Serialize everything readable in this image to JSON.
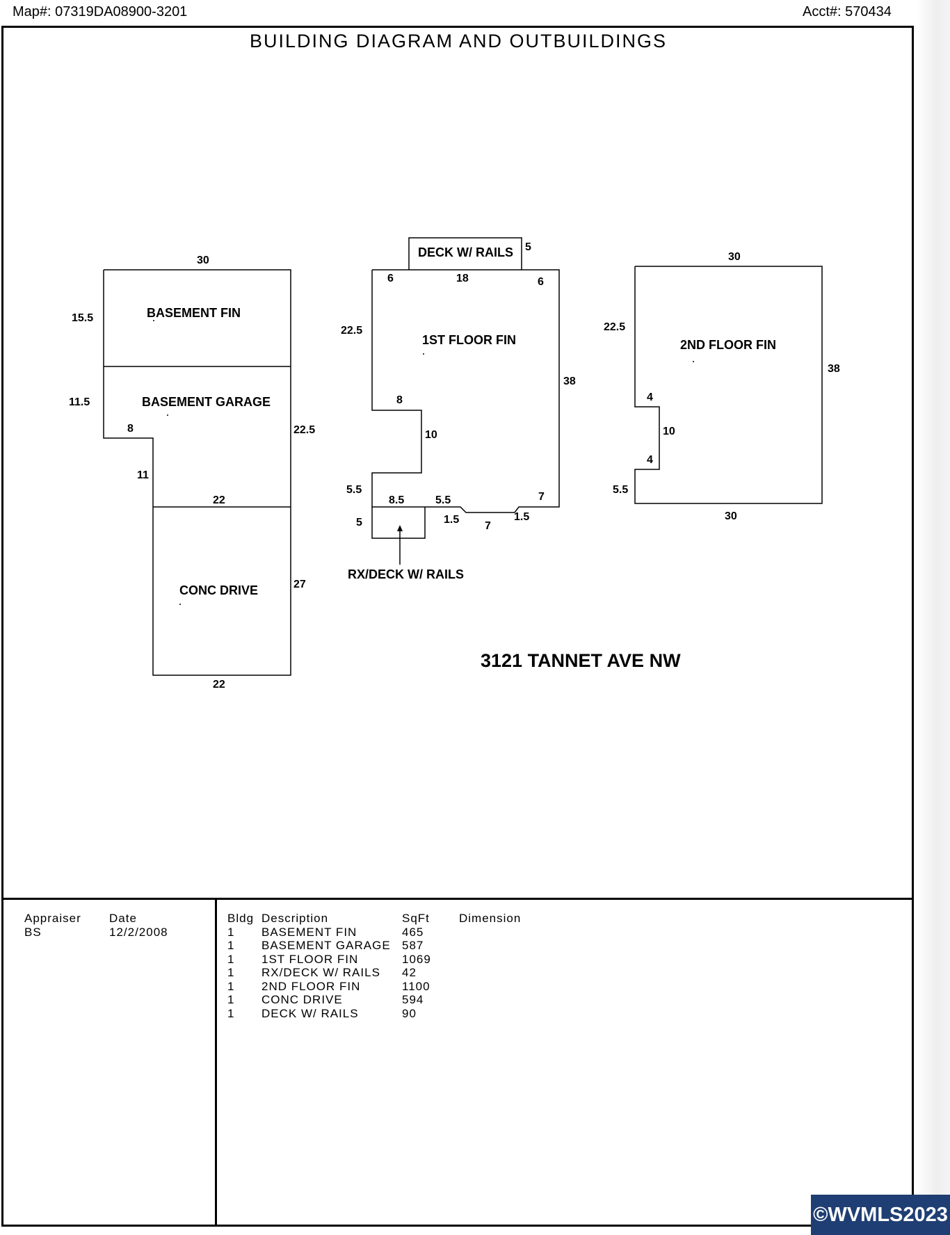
{
  "header": {
    "map_no": "Map#: 07319DA08900-3201",
    "acct_no": "Acct#: 570434"
  },
  "sheet_title": "BUILDING DIAGRAM AND OUTBUILDINGS",
  "diagram": {
    "area_labels": {
      "basement_fin": "BASEMENT FIN",
      "basement_garage": "BASEMENT GARAGE",
      "conc_drive": "CONC DRIVE",
      "deck_rails": "DECK W/ RAILS",
      "first_floor_fin": "1ST FLOOR FIN",
      "rx_deck_rails": "RX/DECK W/ RAILS",
      "second_floor_fin": "2ND FLOOR FIN"
    },
    "dimensions": {
      "bf_top": "30",
      "bf_left": "15.5",
      "bg_left": "11.5",
      "bg_notch_h": "8",
      "bg_notch_v": "11",
      "bg_right": "22.5",
      "bg_bottom": "22",
      "cd_right": "27",
      "cd_bottom": "22",
      "deck_right": "5",
      "ff_top_left": "6",
      "ff_top_mid": "18",
      "ff_top_right": "6",
      "ff_left_upper": "22.5",
      "ff_right": "38",
      "ff_notch_h": "8",
      "ff_notch_v": "10",
      "ff_left_lower": "5.5",
      "ff_bottom_left": "8.5",
      "ff_bottom_mid_left": "5.5",
      "ff_bottom_chamfer_left": "1.5",
      "ff_bottom_center": "7",
      "ff_bottom_chamfer_right": "1.5",
      "ff_bottom_right": "7",
      "rx_left": "5",
      "sf_top": "30",
      "sf_left_upper": "22.5",
      "sf_notch_top": "4",
      "sf_notch_v": "10",
      "sf_notch_bottom": "4",
      "sf_left_lower": "5.5",
      "sf_right": "38",
      "sf_bottom": "30"
    },
    "address": "3121 TANNET AVE NW"
  },
  "footer": {
    "appraiser_header": "Appraiser",
    "appraiser": "BS",
    "date_header": "Date",
    "date": "12/2/2008",
    "columns": {
      "bldg": "Bldg",
      "description": "Description",
      "sqft": "SqFt",
      "dimension": "Dimension"
    },
    "rows": [
      {
        "bldg": "1",
        "description": "BASEMENT FIN",
        "sqft": "465"
      },
      {
        "bldg": "1",
        "description": "BASEMENT GARAGE",
        "sqft": "587"
      },
      {
        "bldg": "1",
        "description": "1ST FLOOR FIN",
        "sqft": "1069"
      },
      {
        "bldg": "1",
        "description": "RX/DECK W/ RAILS",
        "sqft": "42"
      },
      {
        "bldg": "1",
        "description": "2ND FLOOR FIN",
        "sqft": "1100"
      },
      {
        "bldg": "1",
        "description": "CONC DRIVE",
        "sqft": "594"
      },
      {
        "bldg": "1",
        "description": "DECK W/ RAILS",
        "sqft": "90"
      }
    ]
  },
  "watermark": "©WVMLS2023"
}
